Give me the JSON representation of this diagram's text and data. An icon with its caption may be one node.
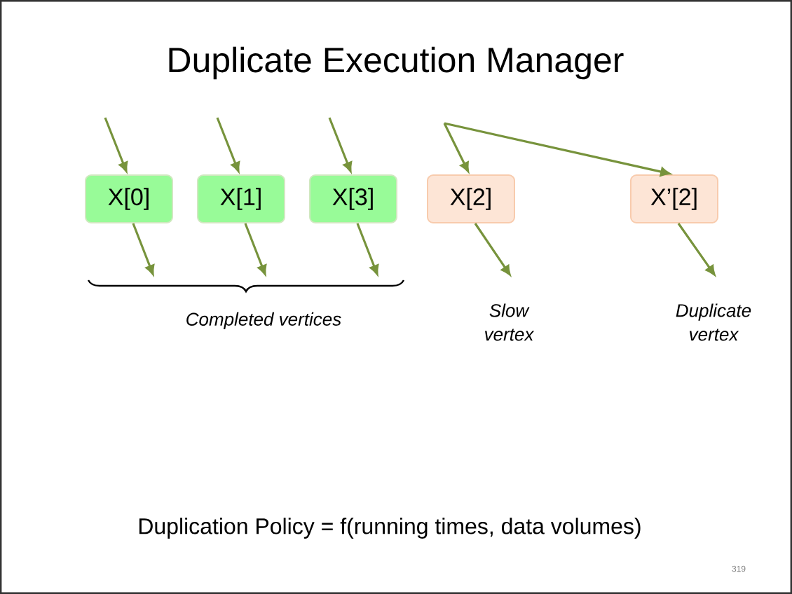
{
  "diagram": {
    "title": "Duplicate Execution Manager",
    "nodes": [
      {
        "text": [
          "X[0]"
        ]
      },
      {
        "text": [
          "X[1]"
        ]
      },
      {
        "text": [
          "X[3]"
        ]
      },
      {
        "text": [
          "X[2]"
        ]
      },
      {
        "text": [
          "X’[2]"
        ]
      }
    ],
    "edges": [
      {
        "from": null,
        "to": 0,
        "arrow": "to"
      },
      {
        "from": 0,
        "to": null,
        "arrow": "to"
      },
      {
        "from": null,
        "to": 1,
        "arrow": "to"
      },
      {
        "from": 1,
        "to": null,
        "arrow": "to"
      },
      {
        "from": null,
        "to": 2,
        "arrow": "to"
      },
      {
        "from": 2,
        "to": null,
        "arrow": "to"
      },
      {
        "from": null,
        "to": 3,
        "arrow": "to"
      },
      {
        "from": null,
        "to": 4,
        "arrow": "to"
      },
      {
        "from": 3,
        "to": null,
        "arrow": "to"
      },
      {
        "from": 4,
        "to": null,
        "arrow": "to"
      }
    ],
    "labels": [
      "Completed vertices",
      "Slow vertex",
      "Duplicate vertex",
      "Duplication Policy = f(running times, data volumes)",
      "319"
    ]
  }
}
